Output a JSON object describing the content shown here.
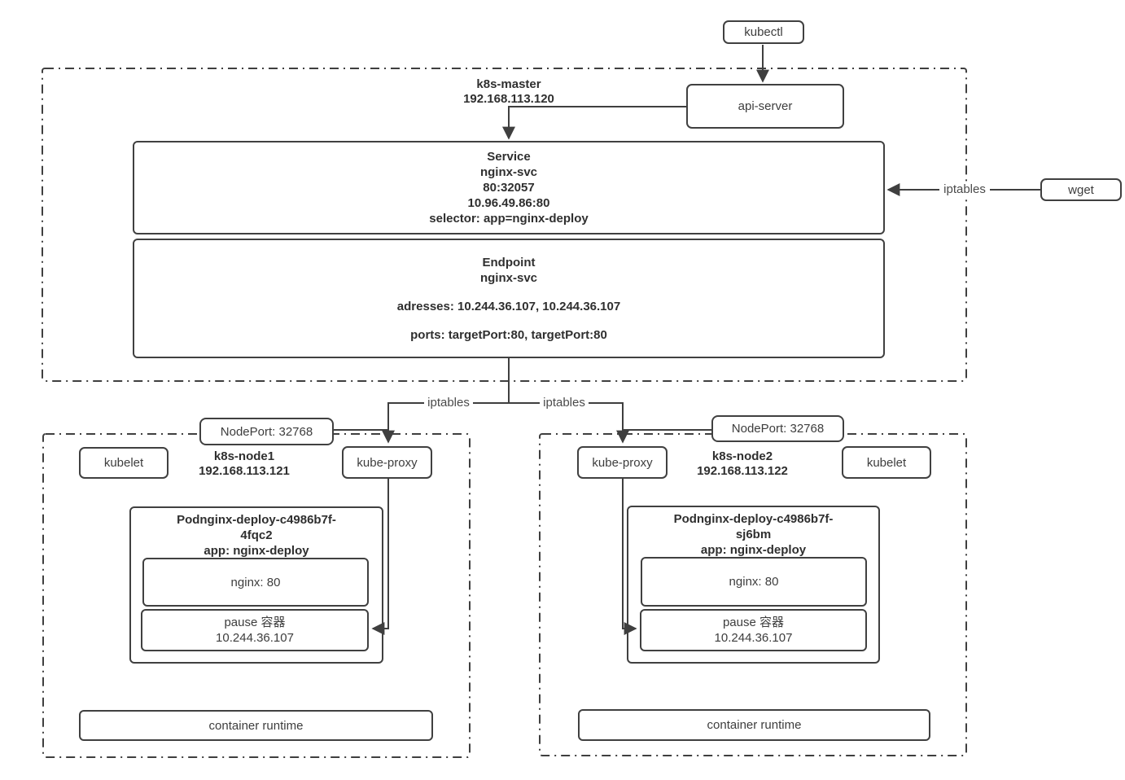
{
  "colors": {
    "line": "#3f3f3f",
    "border": "#404040",
    "text": "#3d3d3d",
    "bold_text": "#2f2f2f",
    "muted_text": "#4a4a4a",
    "background": "#ffffff"
  },
  "external": {
    "kubectl": "kubectl",
    "wget": "wget"
  },
  "labels": {
    "iptables": "iptables"
  },
  "master": {
    "name": "k8s-master",
    "ip": "192.168.113.120",
    "api_server": "api-server",
    "service": {
      "title": "Service",
      "lines": [
        "nginx-svc",
        "80:32057",
        "10.96.49.86:80",
        "selector: app=nginx-deploy"
      ]
    },
    "endpoint": {
      "title": "Endpoint",
      "name": "nginx-svc",
      "addresses": "adresses: 10.244.36.107, 10.244.36.107",
      "ports": "ports: targetPort:80, targetPort:80"
    }
  },
  "node1": {
    "name": "k8s-node1",
    "ip": "192.168.113.121",
    "nodeport": "NodePort: 32768",
    "kubelet": "kubelet",
    "kube_proxy": "kube-proxy",
    "pod": {
      "title_line1": "Podnginx-deploy-c4986b7f-",
      "title_line2": "4fqc2",
      "title_line3": "app: nginx-deploy",
      "nginx": "nginx: 80",
      "pause_name": "pause 容器",
      "pause_ip": "10.244.36.107"
    },
    "container_runtime": "container runtime"
  },
  "node2": {
    "name": "k8s-node2",
    "ip": "192.168.113.122",
    "nodeport": "NodePort: 32768",
    "kubelet": "kubelet",
    "kube_proxy": "kube-proxy",
    "pod": {
      "title_line1": "Podnginx-deploy-c4986b7f-",
      "title_line2": "sj6bm",
      "title_line3": "app: nginx-deploy",
      "nginx": "nginx: 80",
      "pause_name": "pause 容器",
      "pause_ip": "10.244.36.107"
    },
    "container_runtime": "container runtime"
  }
}
